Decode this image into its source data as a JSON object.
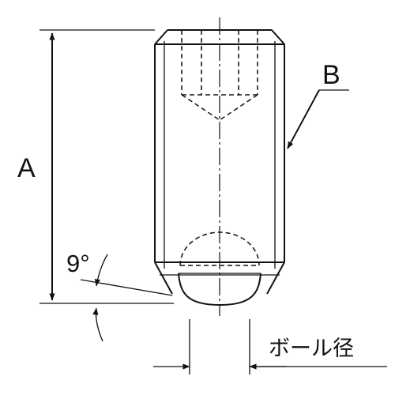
{
  "labels": {
    "a": "A",
    "b": "B",
    "angle": "9°",
    "ball_diameter": "ボール径"
  }
}
